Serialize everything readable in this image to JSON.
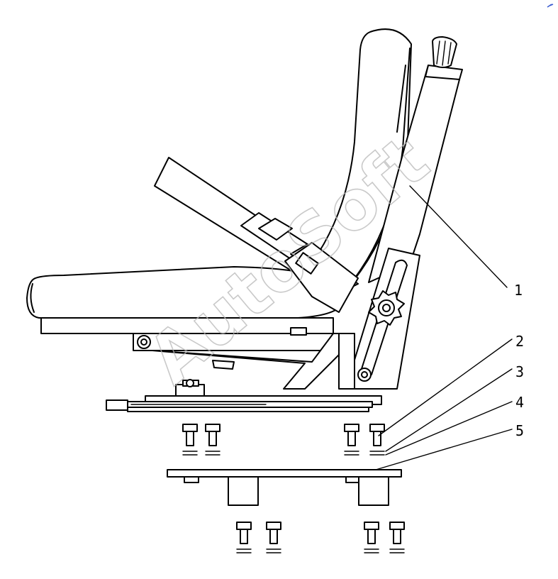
{
  "diagram": {
    "subject": "seat assembly exploded view",
    "callouts": [
      {
        "id": "1",
        "label": "1"
      },
      {
        "id": "2",
        "label": "2"
      },
      {
        "id": "3",
        "label": "3"
      },
      {
        "id": "4",
        "label": "4"
      },
      {
        "id": "5",
        "label": "5"
      }
    ]
  },
  "watermark": {
    "text": "AutoSoft"
  },
  "colors": {
    "line": "#000000",
    "watermark": "#b8b8b8",
    "corner_mark": "#3a5bd0"
  },
  "icons": {
    "corner_mark": "corner-mark-icon"
  }
}
